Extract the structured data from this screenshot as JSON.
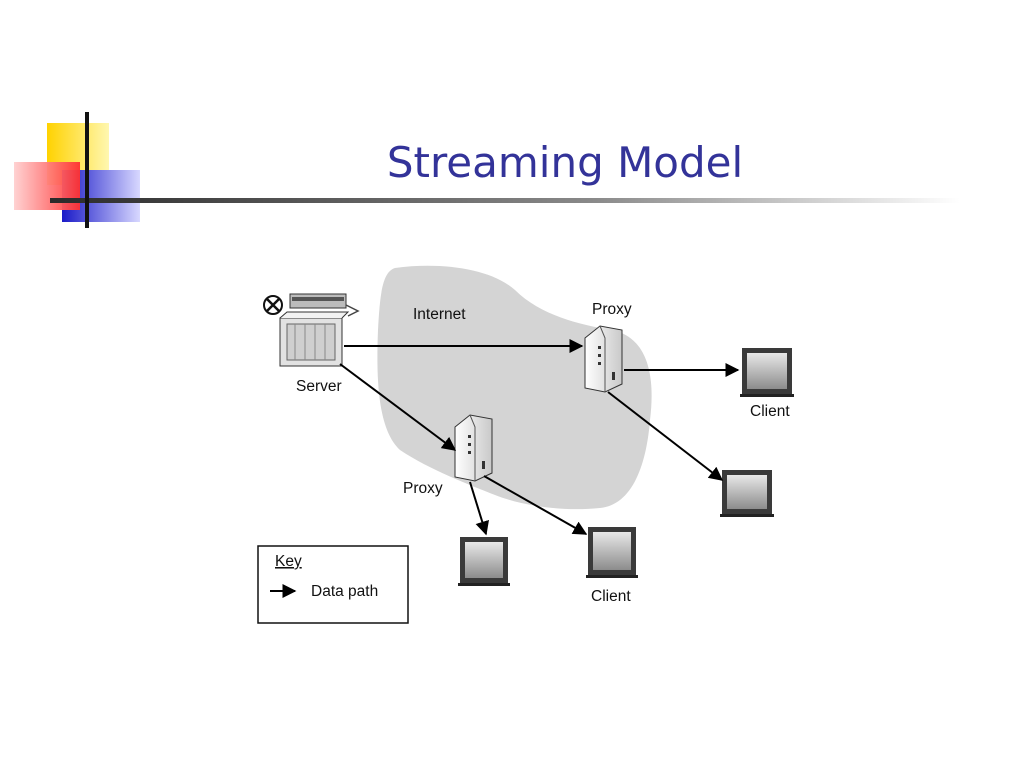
{
  "slide": {
    "title": "Streaming Model"
  },
  "diagram": {
    "cloud_label": "Internet",
    "server_label": "Server",
    "proxy_top_label": "Proxy",
    "proxy_bottom_label": "Proxy",
    "client_top_label": "Client",
    "client_bottom_label": "Client"
  },
  "key": {
    "title": "Key",
    "entry": "Data path"
  }
}
